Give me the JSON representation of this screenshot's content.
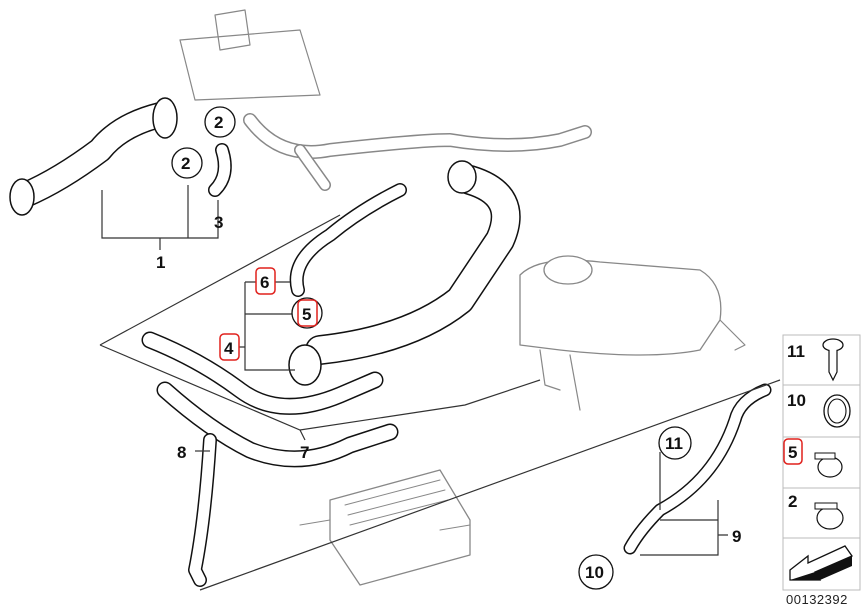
{
  "callouts": {
    "c1": "1",
    "c2a": "2",
    "c2b": "2",
    "c3": "3",
    "c4": "4",
    "c5": "5",
    "c6": "6",
    "c7": "7",
    "c8": "8",
    "c9": "9",
    "c10": "10",
    "c11": "11"
  },
  "highlighted_callouts": [
    "4",
    "5",
    "6"
  ],
  "highlight_color": "#e0201c",
  "legend": [
    {
      "number": "11",
      "part": "screw-icon"
    },
    {
      "number": "10",
      "part": "seal-ring-icon"
    },
    {
      "number": "5",
      "part": "hose-clamp-icon",
      "highlighted": true
    },
    {
      "number": "2",
      "part": "hose-clamp-icon"
    }
  ],
  "diagram_code": "00132392"
}
